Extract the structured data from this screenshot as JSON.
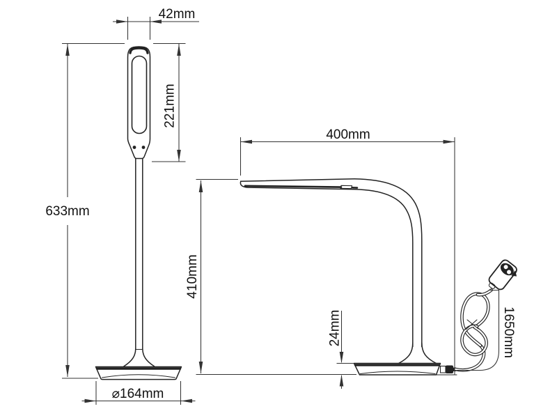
{
  "drawing": {
    "front_view": {
      "dimensions": {
        "head_width": "42mm",
        "head_length": "221mm",
        "total_height": "633mm",
        "base_diameter": "⌀164mm"
      }
    },
    "side_view": {
      "dimensions": {
        "head_reach": "400mm",
        "lamp_height": "410mm",
        "base_thickness": "24mm",
        "cable_length": "1650mm"
      }
    }
  },
  "colors": {
    "line": "#222222",
    "dimension": "#333333",
    "text": "#111111",
    "background": "#ffffff"
  }
}
